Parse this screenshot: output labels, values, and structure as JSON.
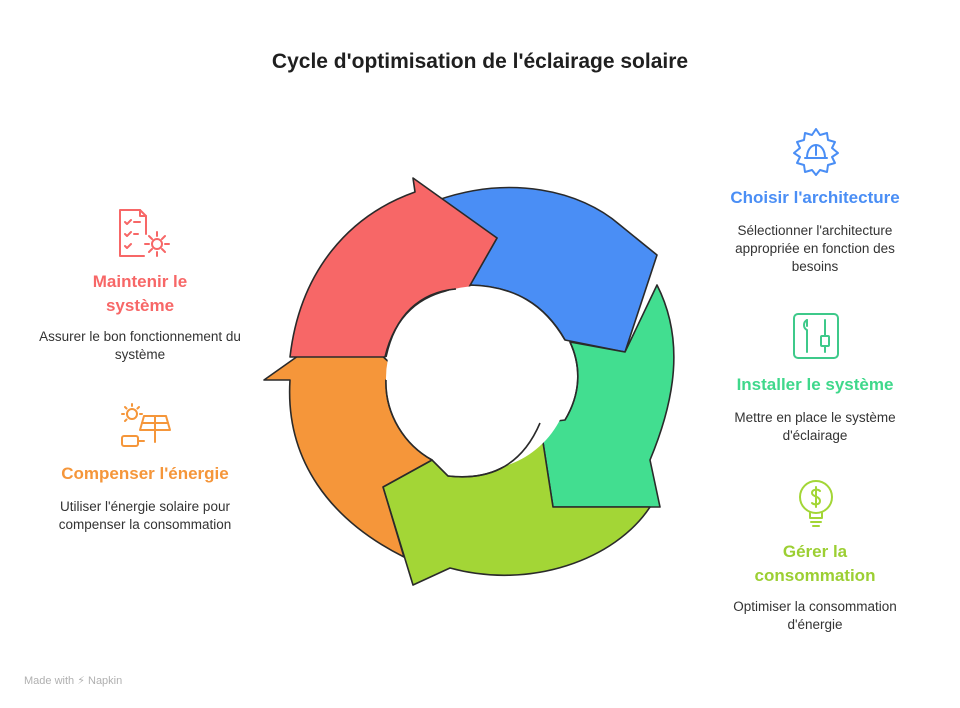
{
  "title": "Cycle d'optimisation de l'éclairage solaire",
  "steps": [
    {
      "heading": "Choisir l'architecture",
      "description": "Sélectionner l'architecture appropriée en fonction des besoins",
      "color": "#4a8ef5",
      "icon": "gear-helmet-icon"
    },
    {
      "heading": "Installer le système",
      "description": "Mettre en place le système d'éclairage",
      "color": "#42de90",
      "icon": "tools-icon"
    },
    {
      "heading": "Gérer la consommation",
      "description": "Optimiser la consommation d'énergie",
      "color": "#a3d636",
      "icon": "dollar-bulb-icon"
    },
    {
      "heading": "Compenser l'énergie",
      "description": "Utiliser l'énergie solaire pour compenser la consommation",
      "color": "#f5963a",
      "icon": "solar-panel-icon"
    },
    {
      "heading": "Maintenir le système",
      "description": "Assurer le bon fonctionnement du système",
      "color": "#f76767",
      "icon": "checklist-gear-icon"
    }
  ],
  "footer": {
    "made_with": "Made with",
    "brand": "Napkin"
  }
}
